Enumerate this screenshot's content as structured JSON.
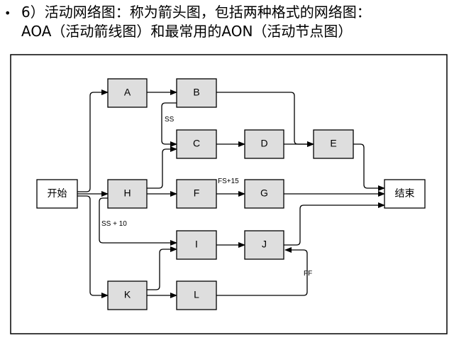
{
  "slide": {
    "bullet": "•",
    "line1": "6）活动网络图：称为箭头图，包括两种格式的网络图：",
    "line2": "AOA（活动箭线图）和最常用的AON（活动节点图）"
  },
  "diagram": {
    "nodes": {
      "start": "开始",
      "A": "A",
      "B": "B",
      "C": "C",
      "D": "D",
      "E": "E",
      "H": "H",
      "F": "F",
      "G": "G",
      "I": "I",
      "J": "J",
      "K": "K",
      "L": "L",
      "end": "结束"
    },
    "labels": {
      "ss": "SS",
      "fs15": "FS+15",
      "ss10": "SS + 10",
      "ff": "FF"
    },
    "colors": {
      "activity_fill": "#dedede",
      "endpoint_fill": "#ffffff",
      "stroke": "#000000"
    }
  }
}
